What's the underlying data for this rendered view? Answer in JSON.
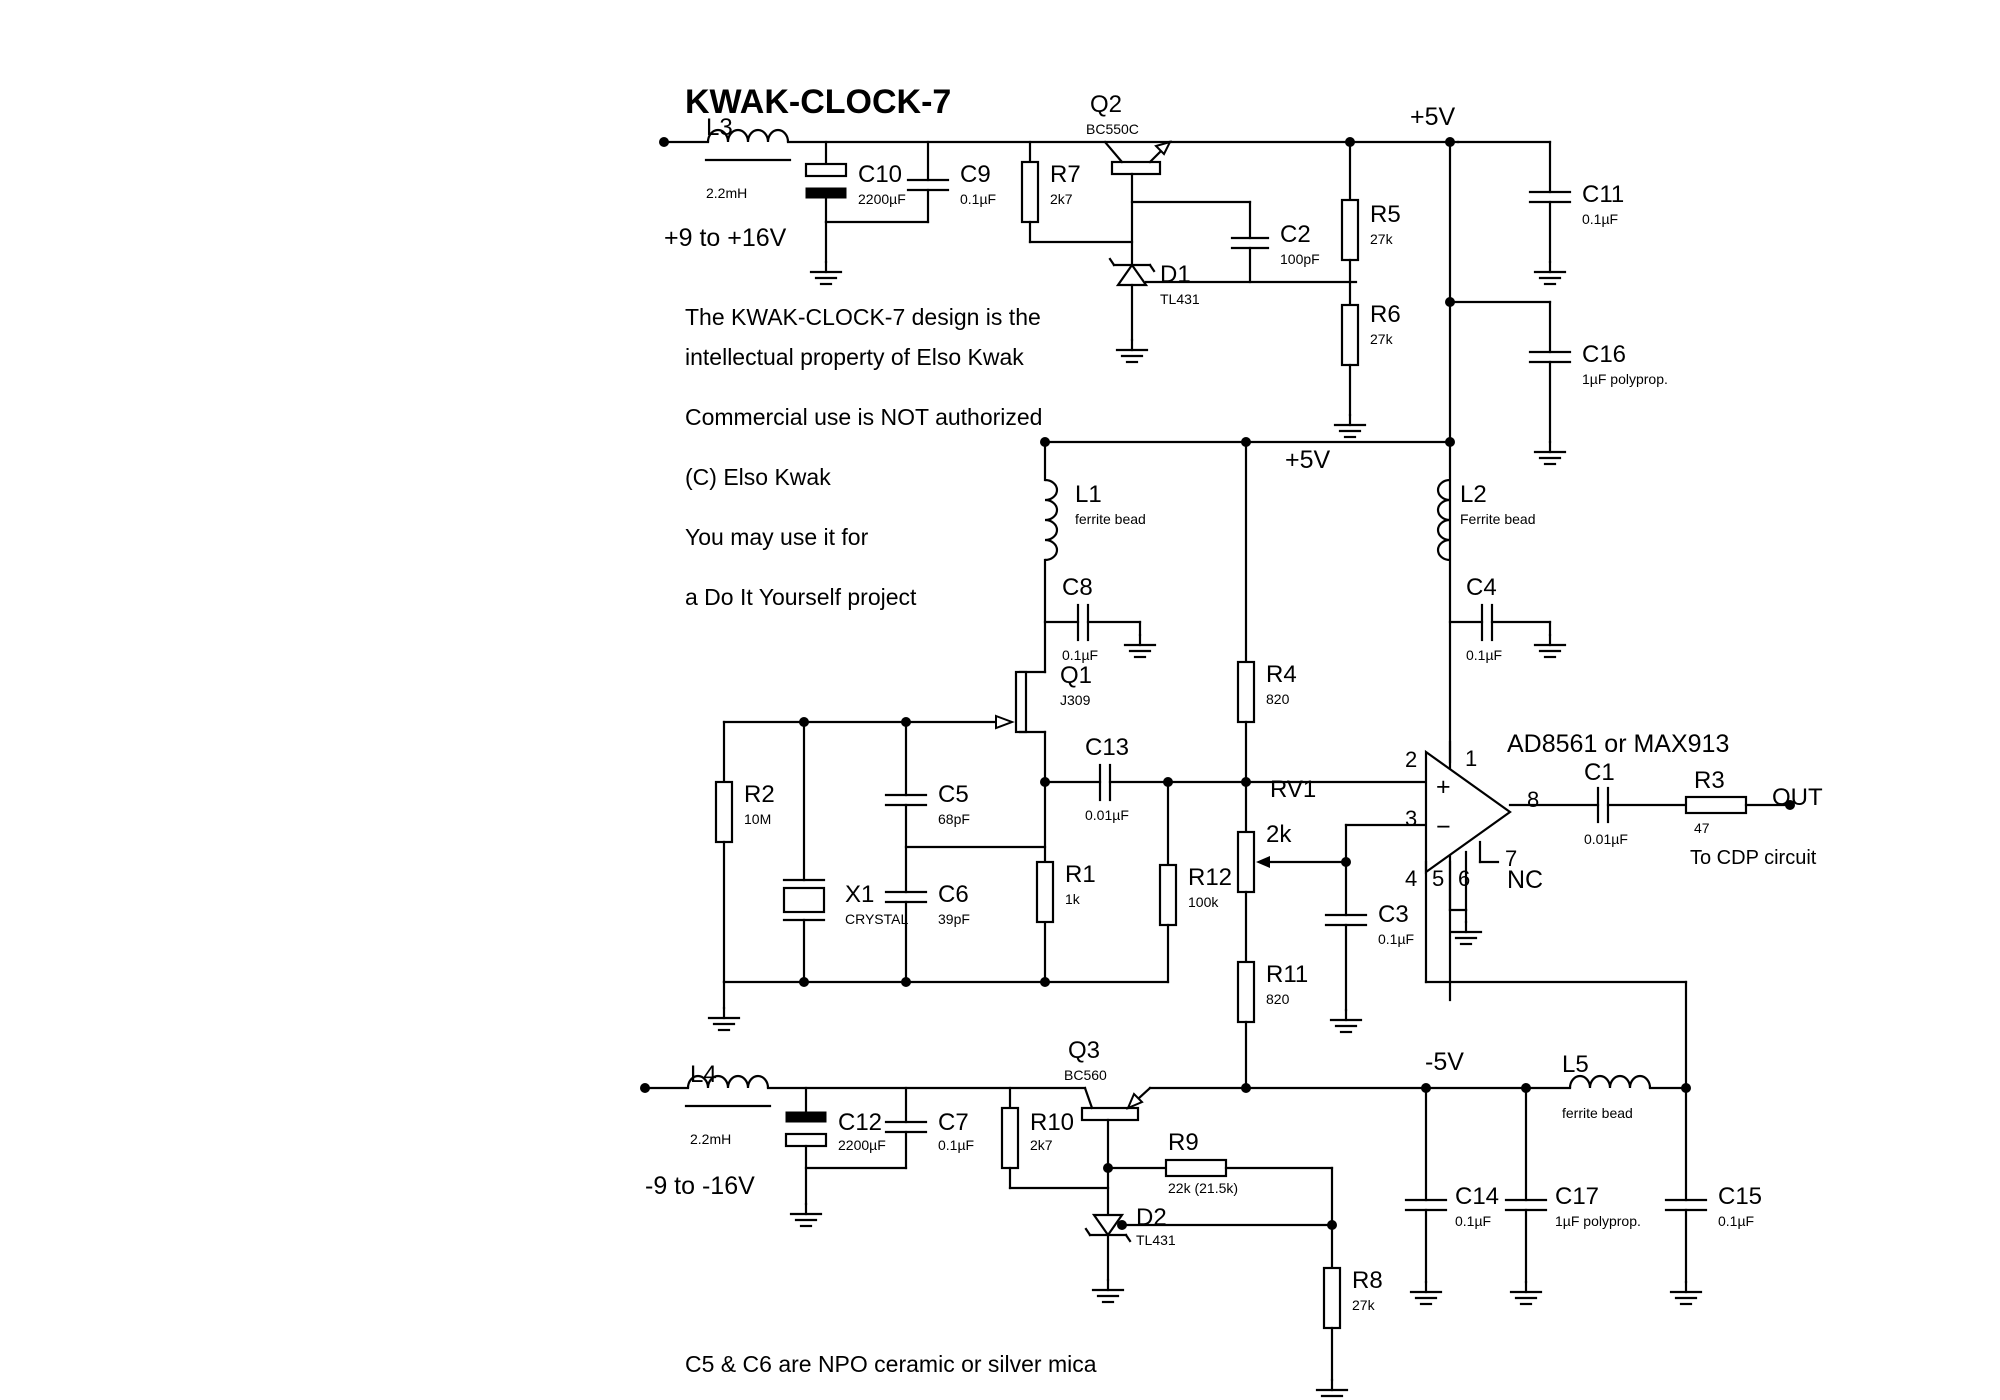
{
  "title": "KWAK-CLOCK-7",
  "notes": [
    "The KWAK-CLOCK-7 design is the",
    "intellectual property of Elso Kwak",
    "Commercial use is NOT authorized",
    "(C) Elso Kwak",
    "You may use it for",
    "a Do It Yourself project"
  ],
  "footnote": "C5 & C6 are NPO ceramic or silver mica",
  "supplies": {
    "pos_in": "+9 to +16V",
    "neg_in": "-9 to -16V",
    "pos_rail": "+5V",
    "pos_rail2": "+5V",
    "neg_rail": "-5V"
  },
  "components": {
    "L3": {
      "ref": "L3",
      "value": "2.2mH"
    },
    "C10": {
      "ref": "C10",
      "value": "2200µF"
    },
    "C9": {
      "ref": "C9",
      "value": "0.1µF"
    },
    "R7": {
      "ref": "R7",
      "value": "2k7"
    },
    "Q2": {
      "ref": "Q2",
      "value": "BC550C"
    },
    "C2": {
      "ref": "C2",
      "value": "100pF"
    },
    "D1": {
      "ref": "D1",
      "value": "TL431"
    },
    "R5": {
      "ref": "R5",
      "value": "27k"
    },
    "R6": {
      "ref": "R6",
      "value": "27k"
    },
    "C11": {
      "ref": "C11",
      "value": "0.1µF"
    },
    "C16": {
      "ref": "C16",
      "value": "1µF polyprop."
    },
    "L1": {
      "ref": "L1",
      "value": "ferrite bead"
    },
    "L2": {
      "ref": "L2",
      "value": "Ferrite bead"
    },
    "C8": {
      "ref": "C8",
      "value": "0.1µF"
    },
    "C4": {
      "ref": "C4",
      "value": "0.1µF"
    },
    "Q1": {
      "ref": "Q1",
      "value": "J309"
    },
    "R4": {
      "ref": "R4",
      "value": "820"
    },
    "C13": {
      "ref": "C13",
      "value": "0.01µF"
    },
    "RV1": {
      "ref": "RV1",
      "value": ""
    },
    "R12": {
      "ref": "R12",
      "value": "100k"
    },
    "R12_pot": "2k",
    "R2": {
      "ref": "R2",
      "value": "10M"
    },
    "C5": {
      "ref": "C5",
      "value": "68pF"
    },
    "C6": {
      "ref": "C6",
      "value": "39pF"
    },
    "X1": {
      "ref": "X1",
      "value": "CRYSTAL"
    },
    "R1": {
      "ref": "R1",
      "value": "1k"
    },
    "C3": {
      "ref": "C3",
      "value": "0.1µF"
    },
    "R11": {
      "ref": "R11",
      "value": "820"
    },
    "C1": {
      "ref": "C1",
      "value": "0.01µF"
    },
    "R3": {
      "ref": "R3",
      "value": "47"
    },
    "L4": {
      "ref": "L4",
      "value": "2.2mH"
    },
    "C12": {
      "ref": "C12",
      "value": "2200µF"
    },
    "C7": {
      "ref": "C7",
      "value": "0.1µF"
    },
    "R10": {
      "ref": "R10",
      "value": "2k7"
    },
    "Q3": {
      "ref": "Q3",
      "value": "BC560"
    },
    "R9": {
      "ref": "R9",
      "value": "22k (21.5k)"
    },
    "D2": {
      "ref": "D2",
      "value": "TL431"
    },
    "R8": {
      "ref": "R8",
      "value": "27k"
    },
    "L5": {
      "ref": "L5",
      "value": "ferrite bead"
    },
    "C14": {
      "ref": "C14",
      "value": "0.1µF"
    },
    "C17": {
      "ref": "C17",
      "value": "1µF polyprop."
    },
    "C15": {
      "ref": "C15",
      "value": "0.1µF"
    }
  },
  "opamp": {
    "part": "AD8561 or MAX913",
    "pins": {
      "p1": "1",
      "p2": "2",
      "p3": "3",
      "p4": "4",
      "p5": "5",
      "p6": "6",
      "p7": "7",
      "p8": "8"
    },
    "nc": "NC",
    "plus": "+",
    "minus": "−"
  },
  "output": {
    "label": "OUT",
    "dest": "To CDP circuit"
  }
}
